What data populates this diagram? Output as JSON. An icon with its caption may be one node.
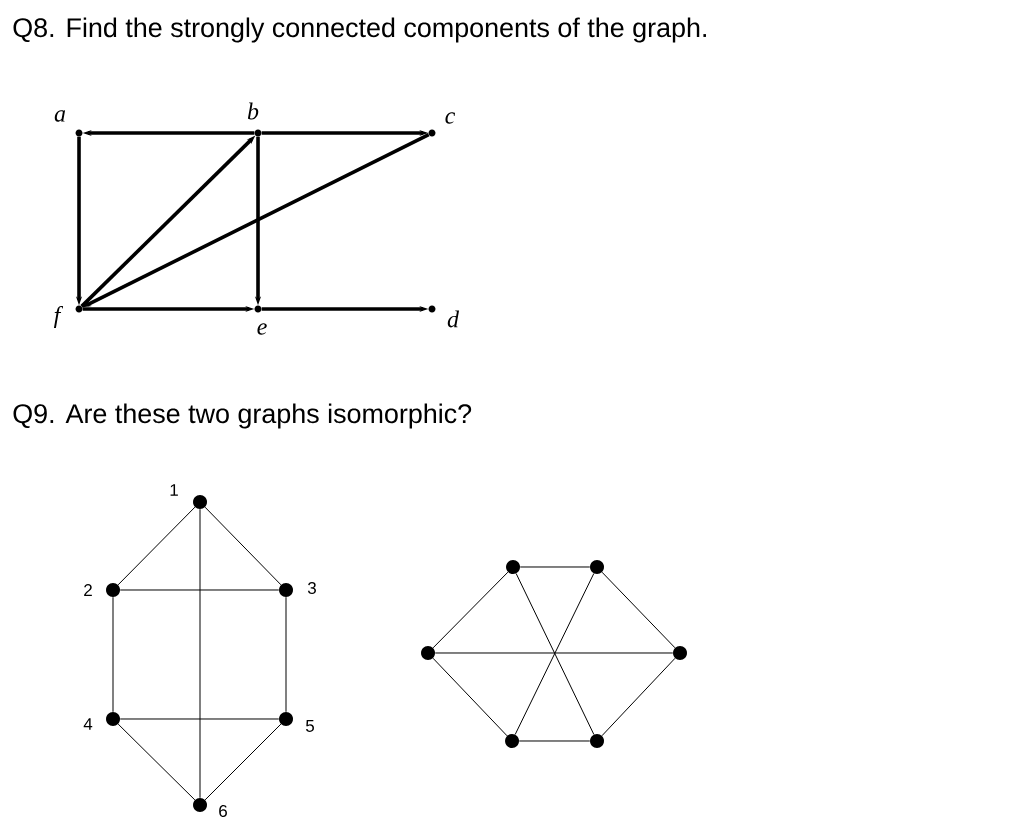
{
  "diagram": {
    "nodes": [
      {
        "text": [
          "a"
        ]
      },
      {
        "text": [
          "b"
        ]
      },
      {
        "text": [
          "c"
        ]
      },
      {
        "text": [
          "f"
        ]
      },
      {
        "text": [
          "e"
        ]
      },
      {
        "text": [
          "d"
        ]
      },
      {
        "text": [
          "1"
        ]
      },
      {
        "text": [
          "2"
        ]
      },
      {
        "text": [
          "3"
        ]
      },
      {
        "text": [
          "4"
        ]
      },
      {
        "text": [
          "5"
        ]
      },
      {
        "text": [
          "6"
        ]
      },
      {
        "text": [],
        "shape": "circle"
      },
      {
        "text": [],
        "shape": "circle"
      },
      {
        "text": [],
        "shape": "circle"
      },
      {
        "text": [],
        "shape": "circle"
      },
      {
        "text": [],
        "shape": "circle"
      },
      {
        "text": [],
        "shape": "circle"
      }
    ],
    "edges": [
      {
        "from": 1,
        "to": 0,
        "arrow": "to",
        "style": "thick"
      },
      {
        "from": 1,
        "to": 2,
        "arrow": "to",
        "style": "thick"
      },
      {
        "from": 0,
        "to": 3,
        "arrow": "to",
        "style": "thick"
      },
      {
        "from": 3,
        "to": 1,
        "arrow": "to",
        "style": "thick"
      },
      {
        "from": 2,
        "to": 3,
        "arrow": "to",
        "style": "thick"
      },
      {
        "from": 1,
        "to": 4,
        "arrow": "to",
        "style": "thick"
      },
      {
        "from": 3,
        "to": 4,
        "arrow": "to",
        "style": "thick"
      },
      {
        "from": 4,
        "to": 5,
        "arrow": "to",
        "style": "thick"
      },
      {
        "from": 6,
        "to": 7,
        "arrow": "none"
      },
      {
        "from": 6,
        "to": 8,
        "arrow": "none"
      },
      {
        "from": 6,
        "to": 11,
        "arrow": "none"
      },
      {
        "from": 7,
        "to": 8,
        "arrow": "none"
      },
      {
        "from": 7,
        "to": 9,
        "arrow": "none"
      },
      {
        "from": 8,
        "to": 10,
        "arrow": "none"
      },
      {
        "from": 9,
        "to": 10,
        "arrow": "none"
      },
      {
        "from": 9,
        "to": 11,
        "arrow": "none"
      },
      {
        "from": 10,
        "to": 11,
        "arrow": "none"
      },
      {
        "from": 13,
        "to": 14,
        "arrow": "none"
      },
      {
        "from": 13,
        "to": 12,
        "arrow": "none"
      },
      {
        "from": 14,
        "to": 15,
        "arrow": "none"
      },
      {
        "from": 12,
        "to": 15,
        "arrow": "none"
      },
      {
        "from": 12,
        "to": 16,
        "arrow": "none"
      },
      {
        "from": 15,
        "to": 17,
        "arrow": "none"
      },
      {
        "from": 16,
        "to": 17,
        "arrow": "none"
      },
      {
        "from": 13,
        "to": 17,
        "arrow": "none"
      },
      {
        "from": 14,
        "to": 16,
        "arrow": "none"
      }
    ],
    "labels": [
      "Q8. Find the strongly connected components of the graph.",
      "Q9. Are these two graphs isomorphic?"
    ]
  }
}
